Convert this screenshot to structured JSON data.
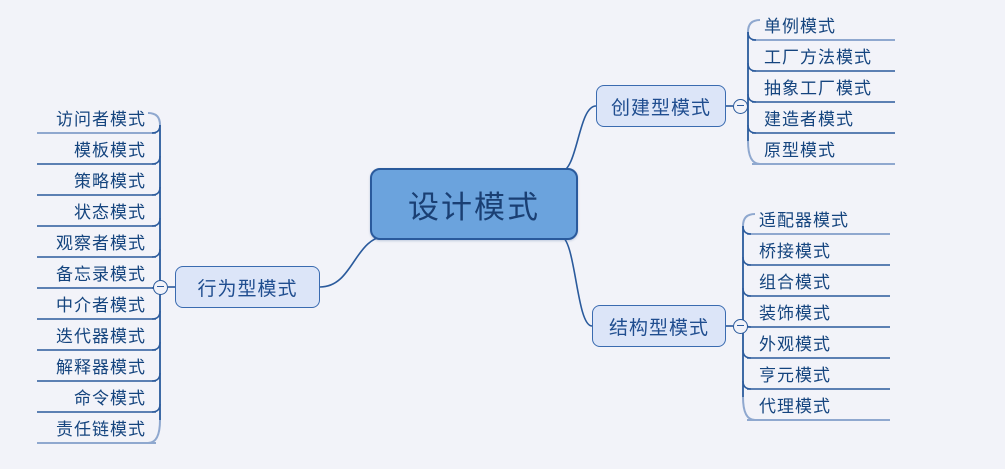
{
  "diagram": {
    "type": "mindmap",
    "title": "设计模式",
    "background_color": "#f2f3f9",
    "root": {
      "label": "设计模式",
      "fill": "#6ba3dd",
      "border": "#2a5a9c",
      "text_color": "#1a3f73"
    },
    "branches": [
      {
        "id": "creational",
        "label": "创建型模式",
        "side": "right",
        "collapsed": false,
        "collapse_icon": "minus-circle-icon",
        "children": [
          {
            "label": "单例模式"
          },
          {
            "label": "工厂方法模式"
          },
          {
            "label": "抽象工厂模式"
          },
          {
            "label": "建造者模式"
          },
          {
            "label": "原型模式"
          }
        ]
      },
      {
        "id": "structural",
        "label": "结构型模式",
        "side": "right",
        "collapsed": false,
        "collapse_icon": "minus-circle-icon",
        "children": [
          {
            "label": "适配器模式"
          },
          {
            "label": "桥接模式"
          },
          {
            "label": "组合模式"
          },
          {
            "label": "装饰模式"
          },
          {
            "label": "外观模式"
          },
          {
            "label": "亨元模式"
          },
          {
            "label": "代理模式"
          }
        ]
      },
      {
        "id": "behavioral",
        "label": "行为型模式",
        "side": "left",
        "collapsed": false,
        "collapse_icon": "minus-circle-icon",
        "children": [
          {
            "label": "访问者模式"
          },
          {
            "label": "模板模式"
          },
          {
            "label": "策略模式"
          },
          {
            "label": "状态模式"
          },
          {
            "label": "观察者模式"
          },
          {
            "label": "备忘录模式"
          },
          {
            "label": "中介者模式"
          },
          {
            "label": "迭代器模式"
          },
          {
            "label": "解释器模式"
          },
          {
            "label": "命令模式"
          },
          {
            "label": "责任链模式"
          }
        ]
      }
    ],
    "colors": {
      "branch_fill": "#dce5f8",
      "branch_border": "#3a6bb0",
      "leaf_text": "#14447e",
      "connector": "#2a5a9c"
    }
  }
}
